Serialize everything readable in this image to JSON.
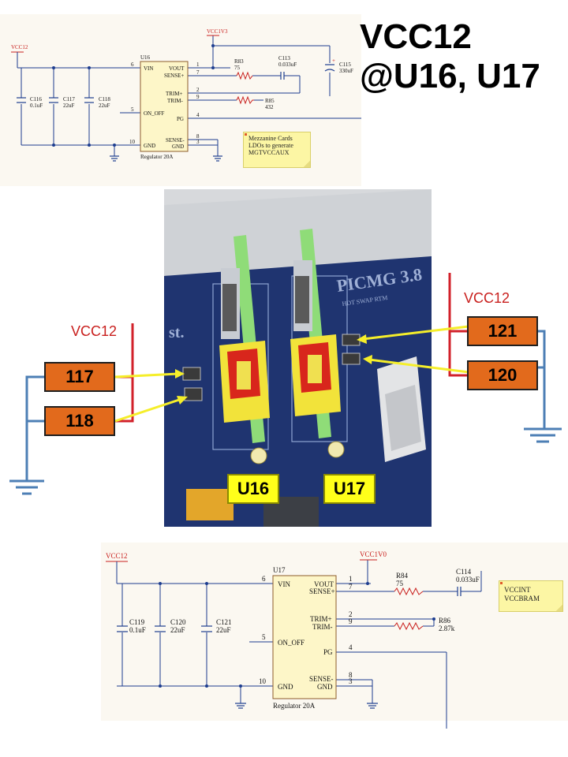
{
  "title": {
    "line1": "VCC12",
    "line2": "@U16, U17"
  },
  "schematic_u16": {
    "rail_left": "VCC12",
    "rail_top": "VCC1V3",
    "refdes": "U16",
    "part": "Regulator 20A",
    "pins_left": [
      {
        "num": "6",
        "name": "VIN"
      },
      {
        "num": "5",
        "name": "ON_OFF"
      },
      {
        "num": "10",
        "name": "GND"
      }
    ],
    "pins_right": [
      {
        "num": "1",
        "name": "VOUT"
      },
      {
        "num": "7",
        "name": "SENSE+"
      },
      {
        "num": "2",
        "name": "TRIM+"
      },
      {
        "num": "9",
        "name": "TRIM-"
      },
      {
        "num": "4",
        "name": "PG"
      },
      {
        "num": "8",
        "name": "SENSE-"
      },
      {
        "num": "3",
        "name": "GND"
      }
    ],
    "caps": [
      {
        "ref": "C116",
        "val": "0.1uF"
      },
      {
        "ref": "C117",
        "val": "22uF"
      },
      {
        "ref": "C118",
        "val": "22uF"
      }
    ],
    "r_sense": {
      "ref": "R83",
      "val": "75"
    },
    "c_sense": {
      "ref": "C113",
      "val": "0.033uF"
    },
    "r_trim": {
      "ref": "R85",
      "val": "432"
    },
    "c_out": {
      "ref": "C115",
      "val": "330uF"
    },
    "note": [
      "Mezzanine Cards",
      "LDOs to generate",
      "MGTVCCAUX"
    ]
  },
  "photo": {
    "silk_text": "PICMG 3.8",
    "silk_sub": "HDT SWAP RTM",
    "silk_st": "st.",
    "labels": {
      "left": "U16",
      "right": "U17"
    }
  },
  "callouts": {
    "left": [
      "117",
      "118"
    ],
    "right": [
      "121",
      "120"
    ],
    "rail": "VCC12"
  },
  "schematic_u17": {
    "rail_left": "VCC12",
    "rail_top": "VCC1V0",
    "refdes": "U17",
    "part": "Regulator 20A",
    "pins_left": [
      {
        "num": "6",
        "name": "VIN"
      },
      {
        "num": "5",
        "name": "ON_OFF"
      },
      {
        "num": "10",
        "name": "GND"
      }
    ],
    "pins_right": [
      {
        "num": "1",
        "name": "VOUT"
      },
      {
        "num": "7",
        "name": "SENSE+"
      },
      {
        "num": "2",
        "name": "TRIM+"
      },
      {
        "num": "9",
        "name": "TRIM-"
      },
      {
        "num": "4",
        "name": "PG"
      },
      {
        "num": "8",
        "name": "SENSE-"
      },
      {
        "num": "3",
        "name": "GND"
      }
    ],
    "caps": [
      {
        "ref": "C119",
        "val": "0.1uF"
      },
      {
        "ref": "C120",
        "val": "22uF"
      },
      {
        "ref": "C121",
        "val": "22uF"
      }
    ],
    "r_sense": {
      "ref": "R84",
      "val": "75"
    },
    "c_sense": {
      "ref": "C114",
      "val": "0.033uF"
    },
    "r_trim": {
      "ref": "R86",
      "val": "2.87k"
    },
    "note": [
      "VCCINT",
      "VCCBRAM"
    ]
  }
}
